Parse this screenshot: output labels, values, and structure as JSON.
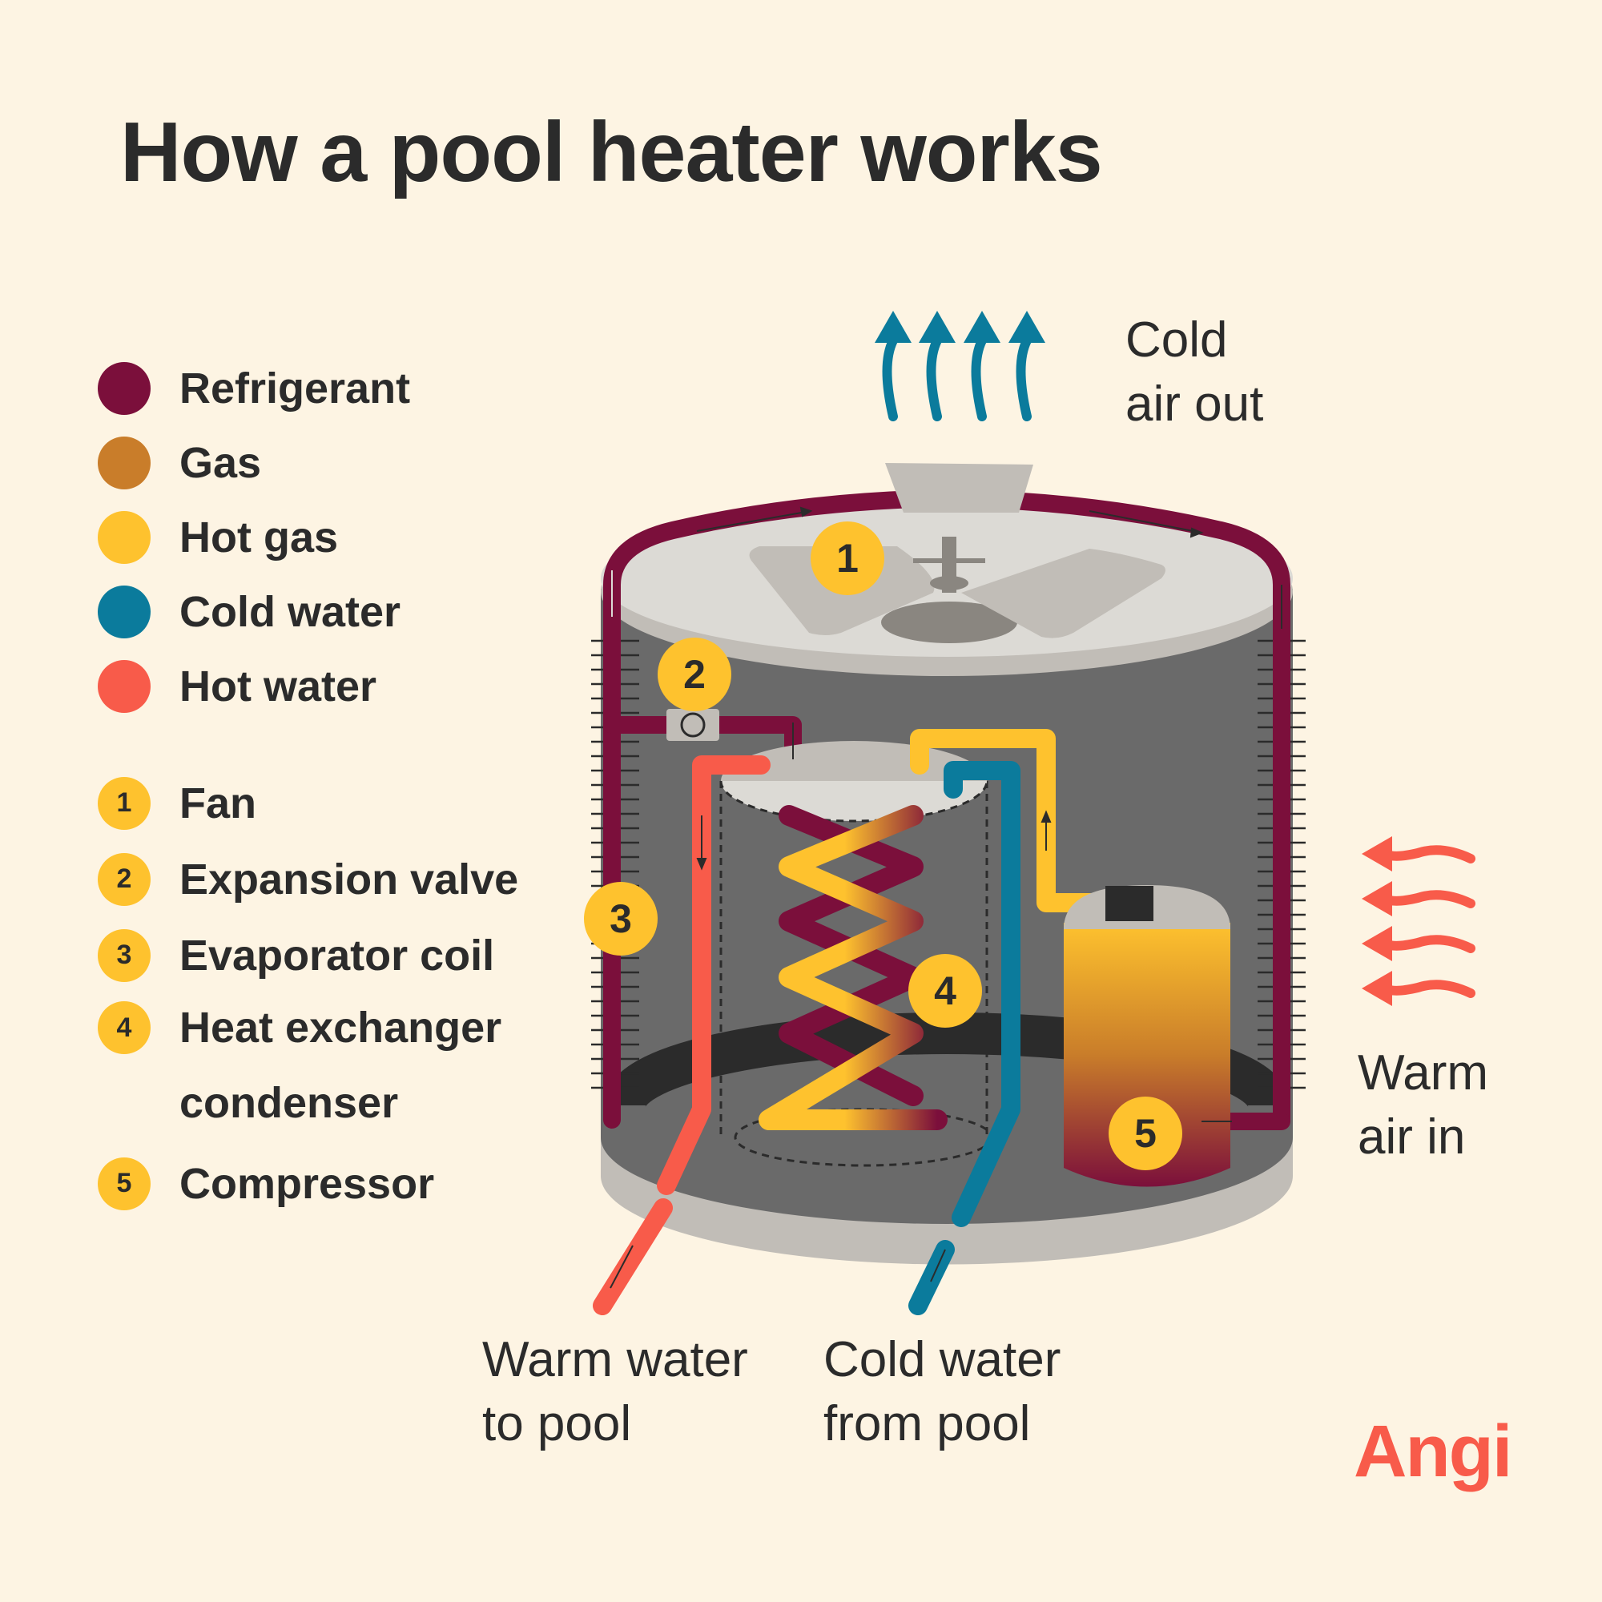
{
  "title": "How a pool heater works",
  "legend": [
    {
      "label": "Refrigerant",
      "color": "#7b0f3b"
    },
    {
      "label": "Gas",
      "color": "#c97d2a"
    },
    {
      "label": "Hot gas",
      "color": "#fec22e"
    },
    {
      "label": "Cold water",
      "color": "#0b7b9c"
    },
    {
      "label": "Hot water",
      "color": "#f85b4a"
    }
  ],
  "steps": [
    {
      "number": "1",
      "label": "Fan"
    },
    {
      "number": "2",
      "label": "Expansion valve"
    },
    {
      "number": "3",
      "label": "Evaporator coil"
    },
    {
      "number": "4",
      "label": "Heat exchanger\ncondenser"
    },
    {
      "number": "5",
      "label": "Compressor"
    }
  ],
  "captions": {
    "cold_air_out": "Cold\nair out",
    "warm_air_in": "Warm\nair in",
    "warm_water_to_pool": "Warm water\nto pool",
    "cold_water_from_pool": "Cold water\nfrom pool"
  },
  "logo": "Angi"
}
